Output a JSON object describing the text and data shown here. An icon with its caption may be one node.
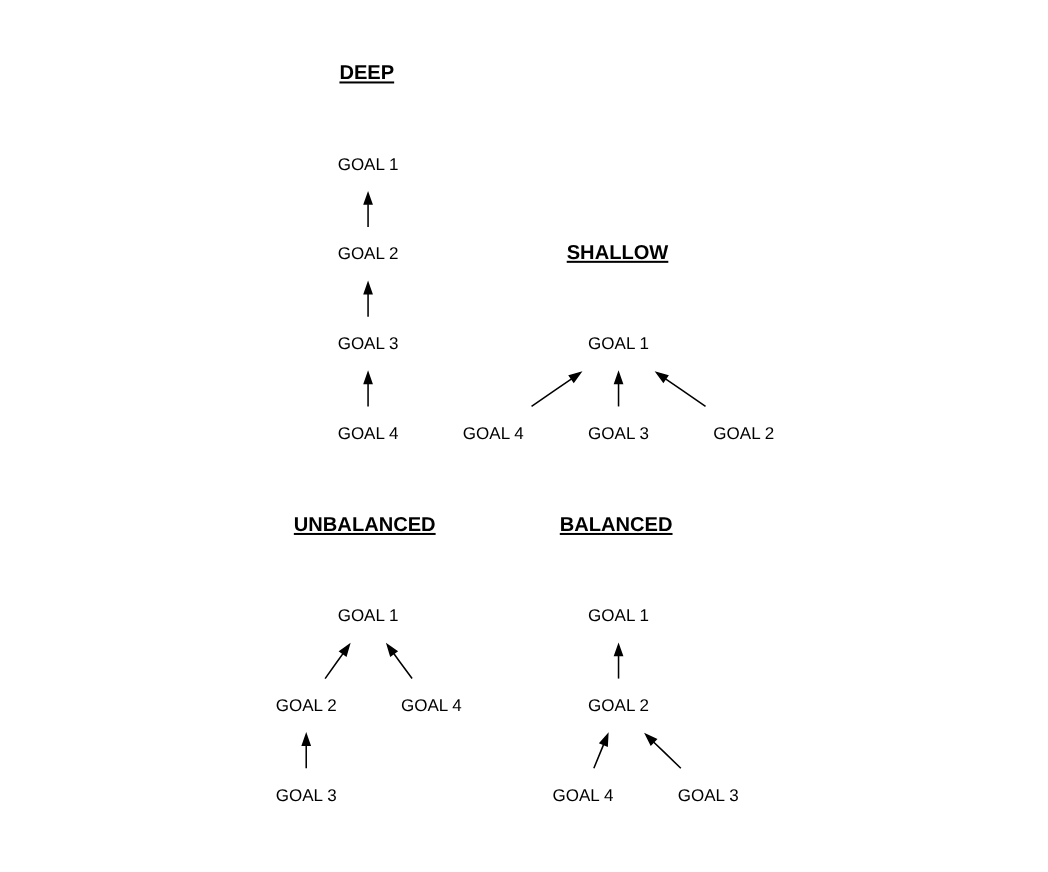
{
  "diagram": {
    "nodes": [
      {
        "text": [
          "GOAL 1"
        ]
      },
      {
        "text": [
          "GOAL 2"
        ]
      },
      {
        "text": [
          "GOAL 3"
        ]
      },
      {
        "text": [
          "GOAL 4"
        ]
      },
      {
        "text": [
          "GOAL 1"
        ]
      },
      {
        "text": [
          "GOAL 2"
        ]
      },
      {
        "text": [
          "GOAL 3"
        ]
      },
      {
        "text": [
          "GOAL 4"
        ]
      },
      {
        "text": [
          "GOAL 1"
        ]
      },
      {
        "text": [
          "GOAL 2"
        ]
      },
      {
        "text": [
          "GOAL 4"
        ]
      },
      {
        "text": [
          "GOAL 3"
        ]
      },
      {
        "text": [
          "GOAL 1"
        ]
      },
      {
        "text": [
          "GOAL 2"
        ]
      },
      {
        "text": [
          "GOAL 3"
        ]
      },
      {
        "text": [
          "GOAL 4"
        ]
      }
    ],
    "edges": [
      {
        "from": 1,
        "to": 0,
        "arrow": "to"
      },
      {
        "from": 2,
        "to": 1,
        "arrow": "to"
      },
      {
        "from": 3,
        "to": 2,
        "arrow": "to"
      },
      {
        "from": 5,
        "to": 4,
        "arrow": "to"
      },
      {
        "from": 6,
        "to": 4,
        "arrow": "to"
      },
      {
        "from": 7,
        "to": 4,
        "arrow": "to"
      },
      {
        "from": 9,
        "to": 8,
        "arrow": "to"
      },
      {
        "from": 10,
        "to": 8,
        "arrow": "to"
      },
      {
        "from": 11,
        "to": 9,
        "arrow": "to"
      },
      {
        "from": 13,
        "to": 12,
        "arrow": "to"
      },
      {
        "from": 14,
        "to": 13,
        "arrow": "to"
      },
      {
        "from": 15,
        "to": 13,
        "arrow": "to"
      }
    ],
    "labels": [
      "DEEP",
      "SHALLOW",
      "UNBALANCED",
      "BALANCED"
    ]
  }
}
